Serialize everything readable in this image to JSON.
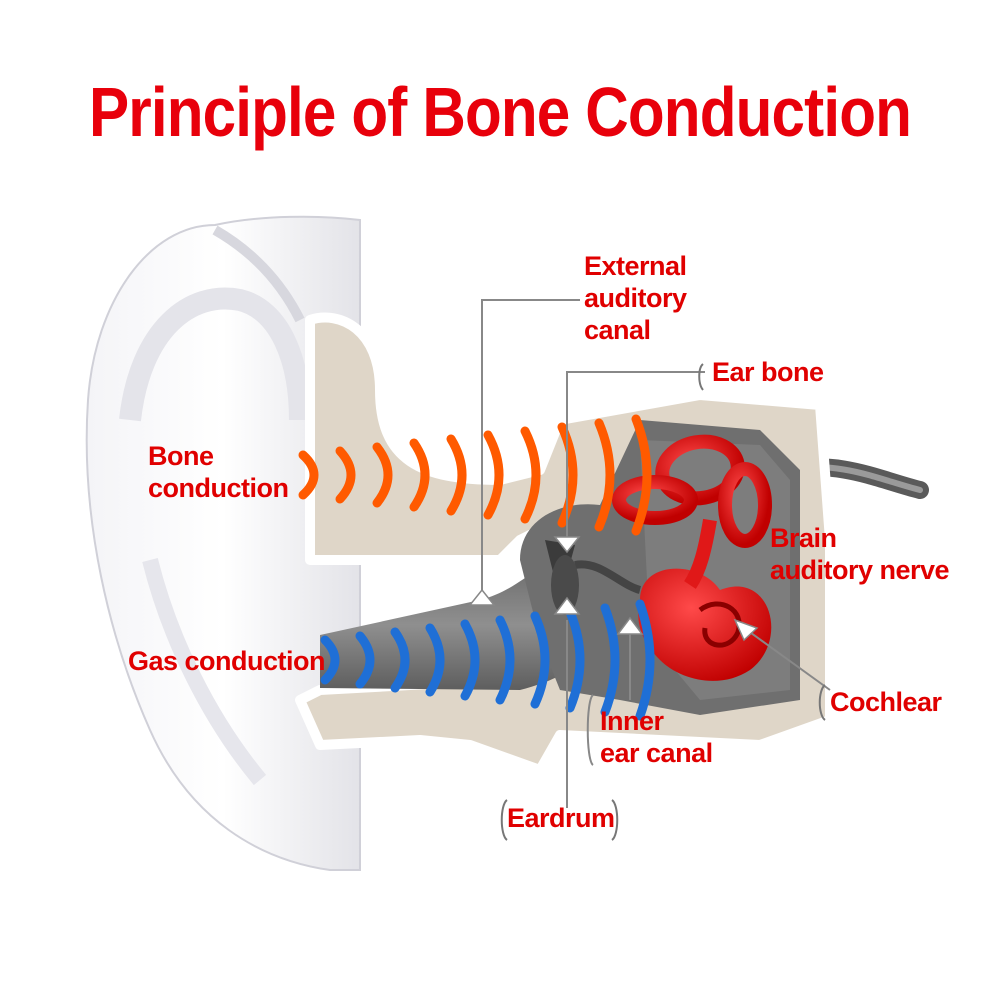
{
  "title": "Principle of Bone Conduction",
  "labels": {
    "external_canal": [
      "External",
      "auditory",
      "canal"
    ],
    "ear_bone": "Ear bone",
    "bone_conduction": [
      "Bone",
      "conduction"
    ],
    "brain_nerve": [
      "Brain",
      "auditory nerve"
    ],
    "gas_conduction": "Gas conduction",
    "cochlear": "Cochlear",
    "inner_canal": [
      "Inner",
      "ear canal"
    ],
    "eardrum": "Eardrum"
  },
  "colors": {
    "title": "#e8000b",
    "label": "#e00000",
    "bone_wave": "#ff5a00",
    "gas_wave": "#1f6fd6",
    "bone_tissue": "#dfd6c8",
    "cochlea": "#e01818",
    "leader": "#888888"
  }
}
